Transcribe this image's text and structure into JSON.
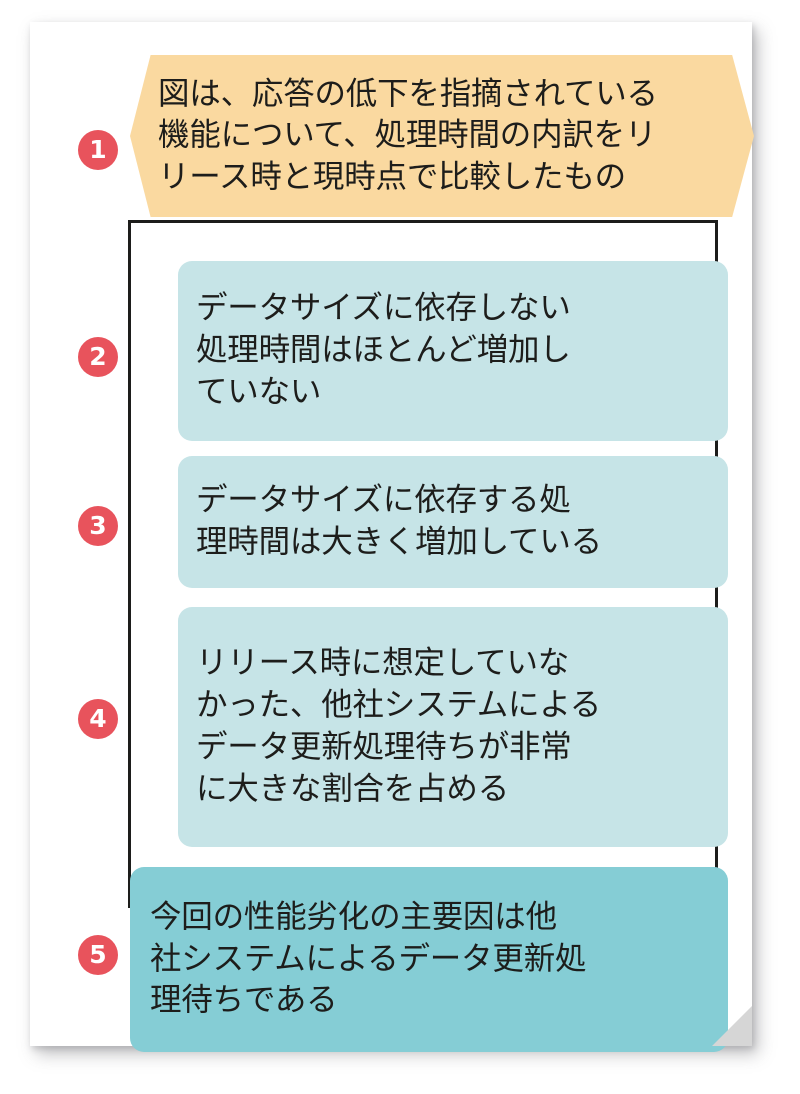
{
  "diagram": {
    "title_banner": {
      "number": "1",
      "text": "図は、応答の低下を指摘されている\n機能について、処理時間の内訳をリ\nリース時と現時点で比較したもの",
      "fill_color": "#fad9a0"
    },
    "observations": [
      {
        "number": "2",
        "text": "データサイズに依存しない\n処理時間はほとんど増加し\nていない",
        "fill_color": "#c6e4e7"
      },
      {
        "number": "3",
        "text": "データサイズに依存する処\n理時間は大きく増加している",
        "fill_color": "#c6e4e7"
      },
      {
        "number": "4",
        "text": "リリース時に想定していな\nかった、他社システムによる\nデータ更新処理待ちが非常\nに大きな割合を占める",
        "fill_color": "#c6e4e7"
      }
    ],
    "conclusion": {
      "number": "5",
      "text": "今回の性能劣化の主要因は他\n社システムによるデータ更新処\n理待ちである",
      "fill_color": "#85cdd5"
    },
    "badge_color": "#e8535c",
    "frame_color": "#1d1d1b",
    "text_color": "#1d1d1b",
    "paper_color": "#ffffff"
  }
}
